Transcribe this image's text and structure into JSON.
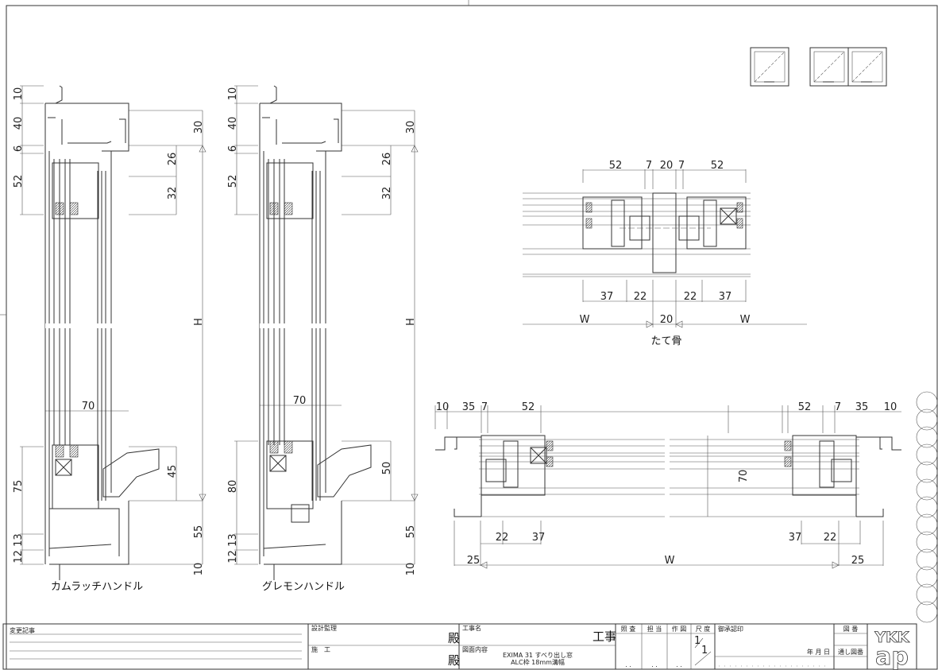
{
  "sections": {
    "cam_latch": {
      "label": "カムラッチハンドル",
      "left_dims": [
        "10",
        "40",
        "6",
        "52",
        "75",
        "12 13"
      ],
      "right_dims": [
        "30",
        "26",
        "32",
        "H",
        "70",
        "45",
        "55",
        "10"
      ]
    },
    "gremon": {
      "label": "グレモンハンドル",
      "left_dims": [
        "10",
        "40",
        "6",
        "52",
        "80",
        "12 13"
      ],
      "right_dims": [
        "30",
        "26",
        "32",
        "H",
        "70",
        "50",
        "55",
        "10"
      ]
    },
    "mullion": {
      "label": "たて骨",
      "top_dims": [
        "52",
        "7",
        "20",
        "7",
        "52"
      ],
      "bottom_dims": [
        "37",
        "22",
        "22",
        "37"
      ],
      "width_dims": [
        "W",
        "20",
        "W"
      ]
    },
    "horizontal": {
      "top_dims": [
        "10",
        "35",
        "7",
        "52",
        "52",
        "7",
        "35",
        "10"
      ],
      "height_dim": "70",
      "bottom_dims": [
        "22",
        "37",
        "37",
        "22"
      ],
      "width_dims": [
        "25",
        "W",
        "25"
      ]
    }
  },
  "title_block": {
    "revision_label": "変更記事",
    "design_supervision": "設計監理",
    "construction": "施　工",
    "honorific": "殿",
    "project_name_label": "工事名",
    "project_suffix": "工事",
    "drawing_content_label": "図面内容",
    "drawing_content_line1": "EXIMA 31 すべり出し窓",
    "drawing_content_line2": "ALC枠 18mm溝幅",
    "check": "照 査",
    "in_charge": "担 当",
    "drafting": "作 図",
    "scale_label": "尺 度",
    "scale_num": "1",
    "scale_den": "1",
    "approval": "御承認印",
    "date": "年 月 日",
    "drawing_no": "図 番",
    "serial_no": "通し図番",
    "logo_top": "YKK",
    "logo_bottom": "ap",
    "dots": ". ."
  }
}
